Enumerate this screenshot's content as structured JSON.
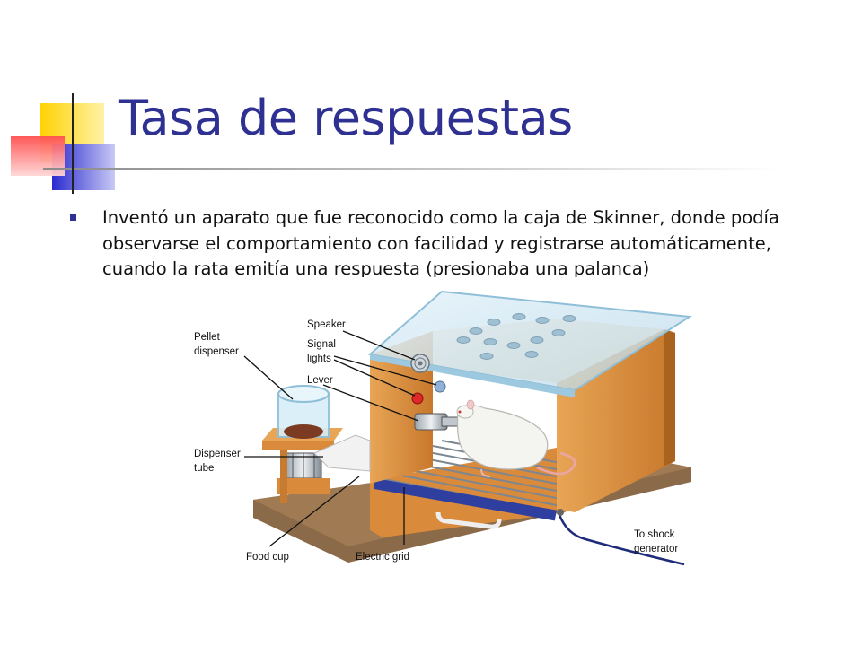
{
  "slide": {
    "title": "Tasa de respuestas",
    "bullet": "Inventó un aparato que fue reconocido como la caja de Skinner, donde podía observarse el comportamiento con facilidad y registrarse automáticamente, cuando la rata emitía una respuesta (presionaba una palanca)"
  },
  "figure": {
    "labels": {
      "speaker": "Speaker",
      "signal_lights_1": "Signal",
      "signal_lights_2": "lights",
      "lever": "Lever",
      "pellet_dispenser_1": "Pellet",
      "pellet_dispenser_2": "dispenser",
      "dispenser_tube_1": "Dispenser",
      "dispenser_tube_2": "tube",
      "food_cup": "Food cup",
      "electric_grid": "Electric grid",
      "shock_1": "To shock",
      "shock_2": "generator"
    }
  },
  "colors": {
    "title": "#2e3192",
    "deco_yellow": "#ffd200",
    "deco_blue": "#3333cc",
    "deco_red": "#ff3333",
    "wood": "#d98a3a",
    "glass": "#cfe6f2"
  }
}
